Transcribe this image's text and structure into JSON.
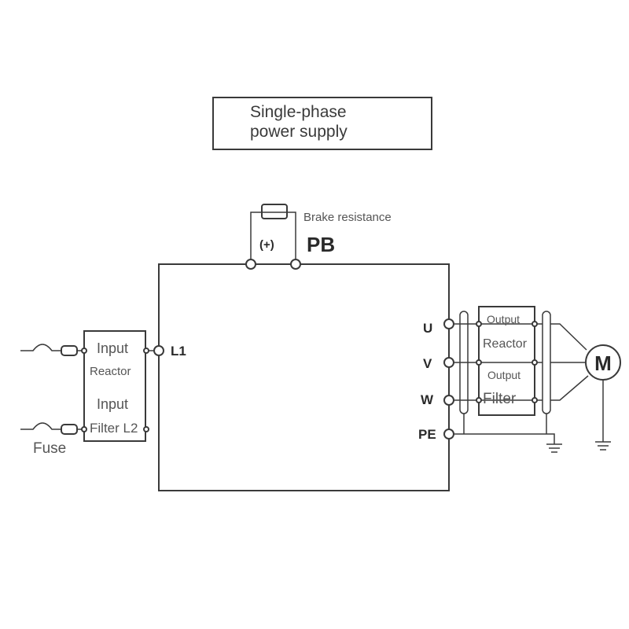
{
  "title": {
    "line1": "Single-phase",
    "line2": "power supply"
  },
  "brake": {
    "label": "Brake resistance",
    "plus": "(+)",
    "pb": "PB"
  },
  "terminals": {
    "l1": "L1",
    "u": "U",
    "v": "V",
    "w": "W",
    "pe": "PE"
  },
  "input_block": {
    "line1": "Input",
    "line2": "Reactor",
    "line3": "Input",
    "line4": "Filter L2"
  },
  "fuse_label": "Fuse",
  "output_block": {
    "line1": "Output",
    "line2": "Reactor",
    "line3": "Output",
    "line4": "Filter"
  },
  "motor_label": "M"
}
